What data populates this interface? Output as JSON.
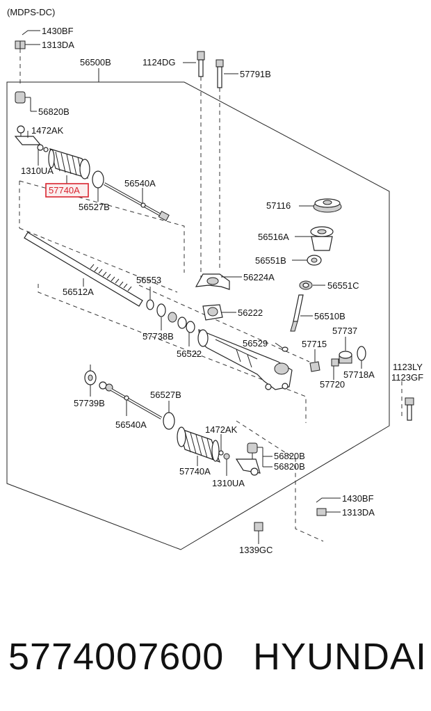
{
  "header": {
    "variant": "(MDPS-DC)"
  },
  "labels": {
    "l_1430BF_top": "1430BF",
    "l_1313DA_top": "1313DA",
    "l_56500B": "56500B",
    "l_1124DG": "1124DG",
    "l_57791B": "57791B",
    "l_56820B_top": "56820B",
    "l_1472AK_top": "1472AK",
    "l_1310UA_top": "1310UA",
    "l_57740A_top": "57740A",
    "l_56540A_top": "56540A",
    "l_56527B_top": "56527B",
    "l_57116": "57116",
    "l_56516A": "56516A",
    "l_56551B": "56551B",
    "l_56224A": "56224A",
    "l_56551C": "56551C",
    "l_56512A": "56512A",
    "l_56553": "56553",
    "l_56222": "56222",
    "l_56510B": "56510B",
    "l_57737": "57737",
    "l_57738B": "57738B",
    "l_56529": "56529",
    "l_57715": "57715",
    "l_56522": "56522",
    "l_57718A": "57718A",
    "l_57720": "57720",
    "l_1123LY": "1123LY",
    "l_1123GF": "1123GF",
    "l_57739B": "57739B",
    "l_56527B_bot": "56527B",
    "l_56540A_bot": "56540A",
    "l_1472AK_bot": "1472AK",
    "l_56820B_bot1": "56820B",
    "l_56820B_bot2": "56820B",
    "l_57740A_bot": "57740A",
    "l_1310UA_bot": "1310UA",
    "l_1430BF_bot": "1430BF",
    "l_1313DA_bot": "1313DA",
    "l_1339GC": "1339GC"
  },
  "highlight": {
    "part": "57740A",
    "color": "#d9232e"
  },
  "footer": {
    "part_number": "5774007600",
    "brand": "HYUNDAI"
  }
}
